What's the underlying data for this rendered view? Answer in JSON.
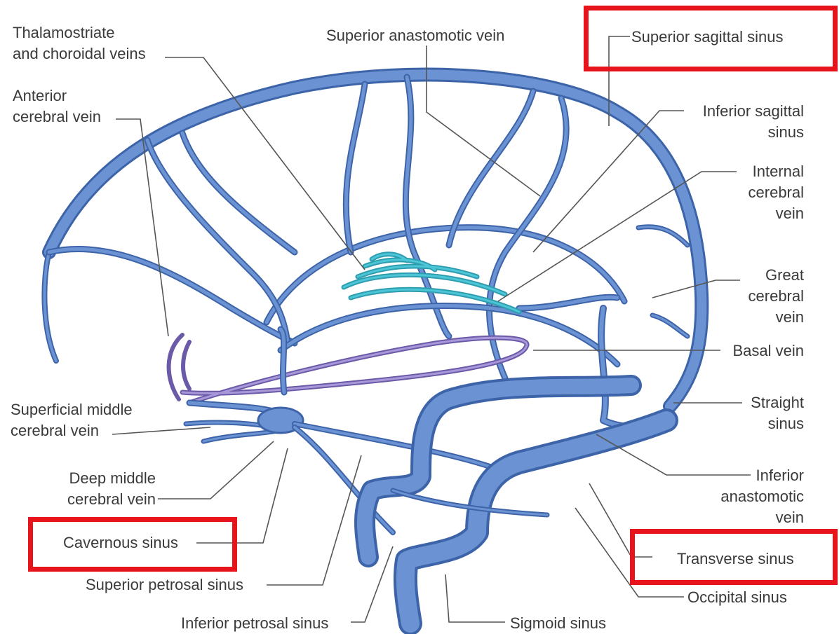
{
  "labels": {
    "thalamostriate": [
      "Thalamostriate",
      "and choroidal veins"
    ],
    "anterior_cerebral": [
      "Anterior",
      "cerebral vein"
    ],
    "superior_anastomotic": "Superior anastomotic vein",
    "superior_sagittal": "Superior sagittal sinus",
    "inferior_sagittal": [
      "Inferior sagittal",
      "sinus"
    ],
    "internal_cerebral": [
      "Internal",
      "cerebral",
      "vein"
    ],
    "great_cerebral": [
      "Great",
      "cerebral",
      "vein"
    ],
    "basal_vein": "Basal vein",
    "straight_sinus": [
      "Straight",
      "sinus"
    ],
    "superficial_middle": [
      "Superficial middle",
      "cerebral vein"
    ],
    "deep_middle": [
      "Deep middle",
      "cerebral vein"
    ],
    "inferior_anastomotic": [
      "Inferior",
      "anastomotic",
      "vein"
    ],
    "cavernous": "Cavernous sinus",
    "transverse": "Transverse sinus",
    "superior_petrosal": "Superior petrosal sinus",
    "occipital": "Occipital sinus",
    "inferior_petrosal": "Inferior petrosal sinus",
    "sigmoid": "Sigmoid sinus"
  },
  "highlighted": [
    "Superior sagittal sinus",
    "Cavernous sinus",
    "Transverse sinus"
  ],
  "colors": {
    "vein_fill": "#6b93d3",
    "vein_edge": "#3d64a8",
    "choroid": "#4cc6d6",
    "basal": "#8a78c4",
    "highlight": "#e8141b",
    "leader": "#555555"
  }
}
